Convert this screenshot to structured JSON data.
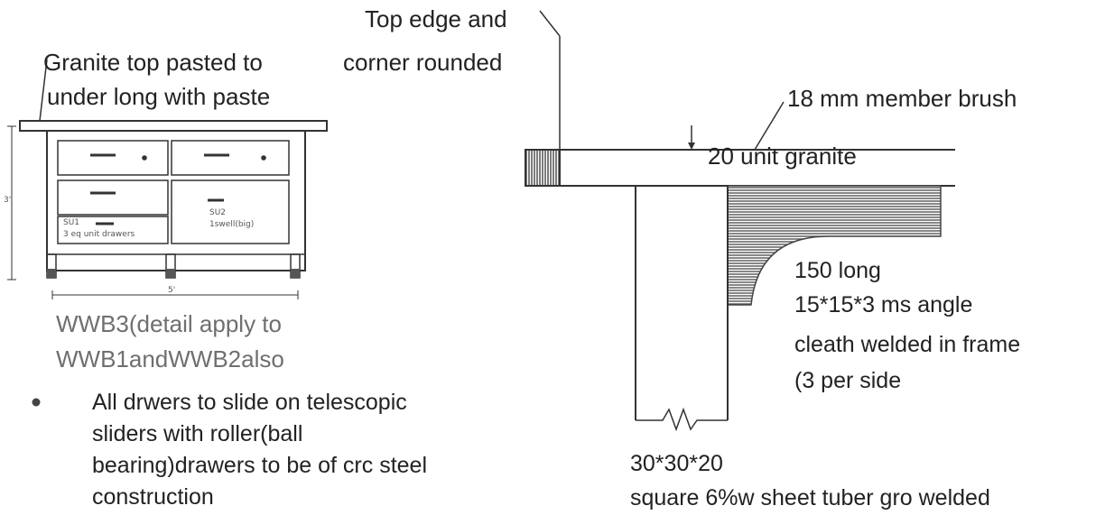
{
  "left_view": {
    "note_granite": [
      "Granite top pasted to",
      "under long with paste"
    ],
    "drawer_labels": {
      "su1": "SU1",
      "su1_desc": "3 eq unit drawers",
      "su2": "SU2",
      "su2_desc": "1swell(big)"
    },
    "dim_height": "3'",
    "dim_width": "5'",
    "caption": [
      "WWB3(detail apply to",
      "WWB1andWWB2also"
    ],
    "bullet_text": [
      "All drwers to slide on telescopic",
      "sliders with roller(ball",
      "bearing)drawers to be of crc steel",
      "construction"
    ]
  },
  "right_view": {
    "note_edge": [
      "Top edge and",
      "corner rounded"
    ],
    "note_brush": "18 mm member brush",
    "note_granite": "20 unit granite",
    "note_cleat": [
      "150 long",
      "15*15*3 ms angle",
      "cleath welded in frame",
      "(3 per side"
    ],
    "note_tube": [
      "30*30*20",
      "square 6%w sheet tuber gro welded"
    ]
  },
  "colors": {
    "ink": "#222222",
    "caption_grey": "#6f6f6f",
    "hatch": "#555555"
  }
}
